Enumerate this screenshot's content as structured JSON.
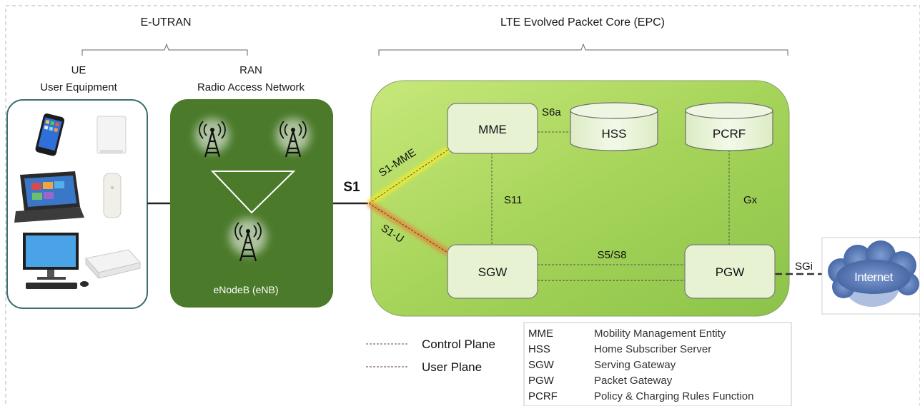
{
  "headers": {
    "eutran": "E-UTRAN",
    "epc": "LTE Evolved Packet Core (EPC)",
    "ue_line1": "UE",
    "ue_line2": "User Equipment",
    "ran_line1": "RAN",
    "ran_line2": "Radio Access Network"
  },
  "ran": {
    "enodeb_label": "eNodeB (eNB)"
  },
  "nodes": {
    "mme": "MME",
    "hss": "HSS",
    "pcrf": "PCRF",
    "sgw": "SGW",
    "pgw": "PGW",
    "internet": "Internet"
  },
  "interfaces": {
    "s1": "S1",
    "s1_mme": "S1-MME",
    "s1_u": "S1-U",
    "s6a": "S6a",
    "s11": "S11",
    "gx": "Gx",
    "s5s8": "S5/S8",
    "sgi": "SGi"
  },
  "legend": {
    "control_plane": "Control Plane",
    "user_plane": "User Plane",
    "control_color": "#f2f21e",
    "user_color": "#e9823a"
  },
  "abbreviations": [
    {
      "abbr": "MME",
      "full": "Mobility Management Entity"
    },
    {
      "abbr": "HSS",
      "full": "Home Subscriber Server"
    },
    {
      "abbr": "SGW",
      "full": "Serving Gateway"
    },
    {
      "abbr": "PGW",
      "full": "Packet Gateway"
    },
    {
      "abbr": "PCRF",
      "full": "Policy & Charging Rules Function"
    }
  ],
  "colors": {
    "ran_fill": "#4a7a2a",
    "epc_fill": "#a6d45a",
    "node_fill": "#e7f2d2",
    "cloud": "#5d7fb6"
  }
}
